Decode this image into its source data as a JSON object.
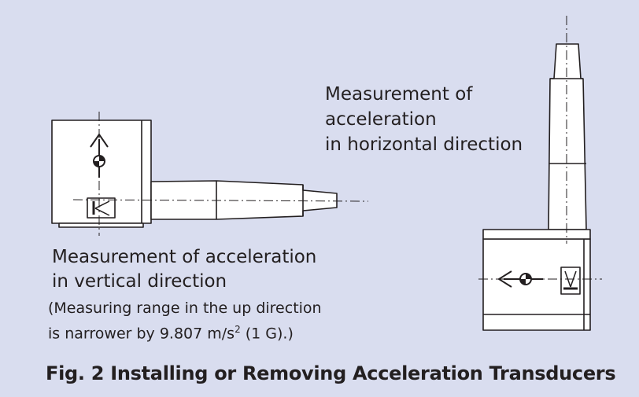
{
  "horizontal_label": {
    "line1": "Measurement of",
    "line2": "acceleration",
    "line3": "in horizontal direction"
  },
  "vertical_label": {
    "line1": "Measurement of acceleration",
    "line2": "in vertical direction"
  },
  "vertical_note": {
    "line1": "(Measuring range in the up direction",
    "line2_prefix": " is narrower by 9.807 m/s",
    "line2_sup": "2",
    "line2_suffix": " (1 G).)"
  },
  "caption": "Fig. 2 Installing or Removing Acceleration Transducers",
  "colors": {
    "background": "#d9ddef",
    "body_fill": "#ffffff",
    "ink": "#231f20"
  }
}
